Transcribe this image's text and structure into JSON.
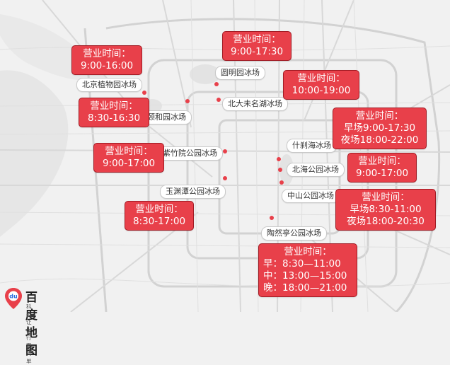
{
  "theme": {
    "accent": "#e8404a",
    "road": "#d4d4d4",
    "background": "#f1f1f1"
  },
  "logo": {
    "brand": "百度地图",
    "slogan": "科技让出行更简单",
    "icon": "map-pin-icon",
    "pin_text": "du"
  },
  "rinks": [
    {
      "id": "botanical",
      "name": "北京植物园冰场"
    },
    {
      "id": "yuanmingyuan",
      "name": "圆明园冰场"
    },
    {
      "id": "weiminghu",
      "name": "北大未名湖冰场"
    },
    {
      "id": "yiheyuan",
      "name": "颐和园冰场"
    },
    {
      "id": "zizhuyuan",
      "name": "紫竹院公园冰场"
    },
    {
      "id": "shichahai",
      "name": "什刹海冰场"
    },
    {
      "id": "beihai",
      "name": "北海公园冰场"
    },
    {
      "id": "yuyuantan",
      "name": "玉渊潭公园冰场"
    },
    {
      "id": "zhongshan",
      "name": "中山公园冰场"
    },
    {
      "id": "taoranting",
      "name": "陶然亭公园冰场"
    }
  ],
  "hours_boxes": [
    {
      "id": "botanical-hours",
      "lines": [
        "营业时间：",
        "9:00-16:00"
      ]
    },
    {
      "id": "yuanmingyuan-hours",
      "lines": [
        "营业时间：",
        "9:00-17:30"
      ]
    },
    {
      "id": "weiminghu-hours",
      "lines": [
        "营业时间：",
        "10:00-19:00"
      ]
    },
    {
      "id": "yiheyuan-hours",
      "lines": [
        "营业时间：",
        "8:30-16:30"
      ]
    },
    {
      "id": "shichahai-hours",
      "lines": [
        "营业时间：",
        "早场9:00-17:30",
        "夜场18:00-22:00"
      ]
    },
    {
      "id": "zizhuyuan-hours",
      "lines": [
        "营业时间：",
        "9:00-17:00"
      ]
    },
    {
      "id": "beihai-hours",
      "lines": [
        "营业时间：",
        "9:00-17:00"
      ]
    },
    {
      "id": "yuyuantan-hours",
      "lines": [
        "营业时间：",
        "8:30-17:00"
      ]
    },
    {
      "id": "zhongshan-hours",
      "lines": [
        "营业时间：",
        "早场8:30-11:00",
        "夜场18:00-20:30"
      ]
    },
    {
      "id": "taoranting-hours",
      "lines": [
        "营业时间：",
        "早：8:30—11:00",
        "中：13:00—15:00",
        "晚：18:00—21:00"
      ]
    }
  ]
}
